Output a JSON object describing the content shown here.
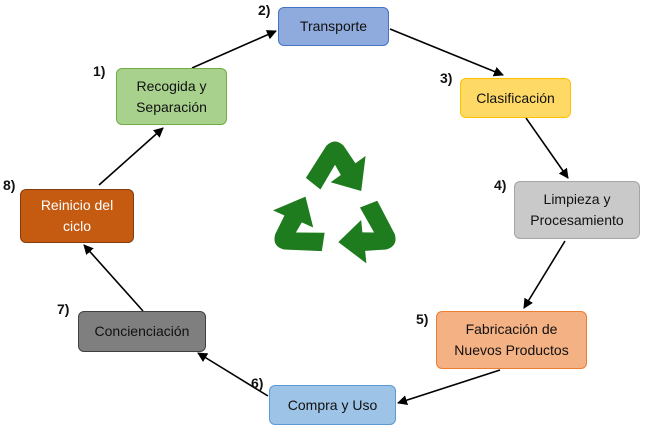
{
  "steps": [
    {
      "num": "1)",
      "label": "Recogida y\nSeparación",
      "fill": "#a9d18e",
      "border": "#70ad47"
    },
    {
      "num": "2)",
      "label": "Transporte",
      "fill": "#8faadc",
      "border": "#4472c4"
    },
    {
      "num": "3)",
      "label": "Clasificación",
      "fill": "#ffd966",
      "border": "#ffc000"
    },
    {
      "num": "4)",
      "label": "Limpieza y\nProcesamiento",
      "fill": "#c9c9c9",
      "border": "#a5a5a5"
    },
    {
      "num": "5)",
      "label": "Fabricación de\nNuevos Productos",
      "fill": "#f4b183",
      "border": "#ed7d31"
    },
    {
      "num": "6)",
      "label": "Compra y Uso",
      "fill": "#9dc3e6",
      "border": "#5b9bd5"
    },
    {
      "num": "7)",
      "label": "Concienciación",
      "fill": "#7f7f7f",
      "border": "#404040"
    },
    {
      "num": "8)",
      "label": "Reinicio del\nciclo",
      "fill": "#c55a11",
      "border": "#843c0c"
    }
  ],
  "center_icon": "recycle-icon",
  "icon_color": "#1e7b1e"
}
